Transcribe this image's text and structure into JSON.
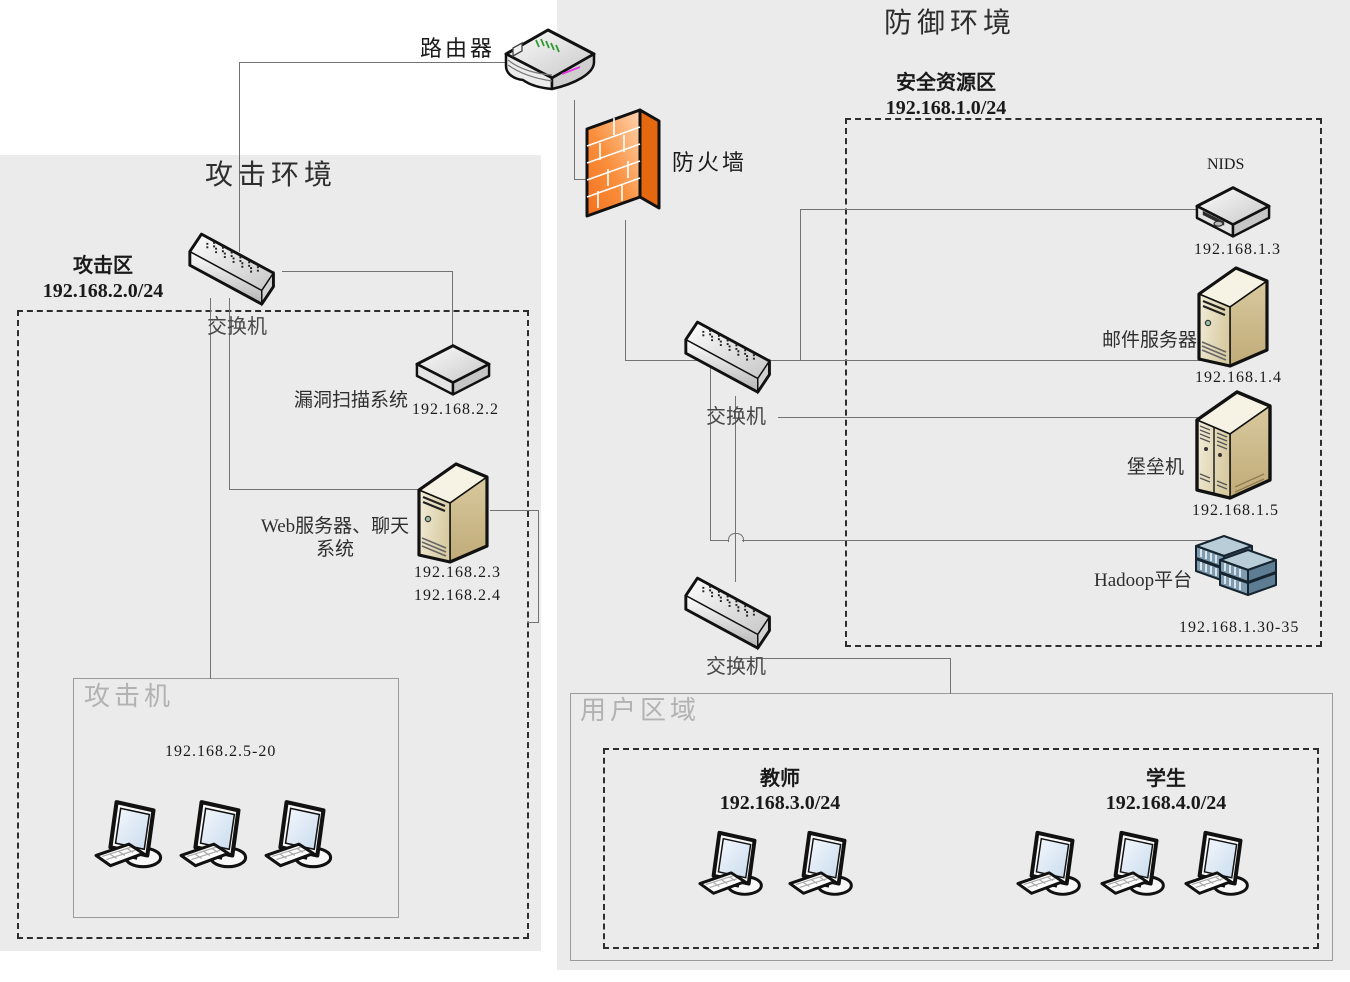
{
  "titles": {
    "attack_env": "攻击环境",
    "defense_env": "防御环境"
  },
  "core": {
    "router": {
      "label": "路由器"
    },
    "firewall": {
      "label": "防火墙"
    }
  },
  "attack": {
    "zone": {
      "name": "攻击区",
      "subnet": "192.168.2.0/24"
    },
    "switch": {
      "label": "交换机"
    },
    "scanner": {
      "label": "漏洞扫描系统",
      "ip": "192.168.2.2"
    },
    "web_server": {
      "label_line1": "Web服务器、聊天",
      "label_line2": "系统",
      "ip1": "192.168.2.3",
      "ip2": "192.168.2.4"
    },
    "attackers": {
      "title": "攻击机",
      "ip_range": "192.168.2.5-20"
    }
  },
  "defense": {
    "security_zone": {
      "name": "安全资源区",
      "subnet": "192.168.1.0/24",
      "nids": {
        "label": "NIDS",
        "ip": "192.168.1.3"
      },
      "mail_server": {
        "label": "邮件服务器",
        "ip": "192.168.1.4"
      },
      "bastion": {
        "label": "堡垒机",
        "ip": "192.168.1.5"
      },
      "hadoop": {
        "label": "Hadoop平台",
        "ip_range": "192.168.1.30-35"
      }
    },
    "switch_core": {
      "label": "交换机"
    },
    "switch_access": {
      "label": "交换机"
    },
    "user_area": {
      "title": "用户区域",
      "teachers": {
        "label": "教师",
        "subnet": "192.168.3.0/24"
      },
      "students": {
        "label": "学生",
        "subnet": "192.168.4.0/24"
      }
    }
  },
  "icons": {
    "router": "router-icon",
    "firewall": "firewall-icon",
    "switch": "switch-icon",
    "scanner": "flat-device-icon",
    "nids": "nids-device-icon",
    "tower_server": "tower-server-icon",
    "bastion": "big-tower-server-icon",
    "hadoop": "rack-cluster-icon",
    "pc": "desktop-pc-icon"
  },
  "colors": {
    "zone_background": "#ebebeb",
    "firewall_orange": "#f4791f",
    "server_tan": "#d9cca4",
    "rack_blue": "#8fa9bd",
    "connector_line": "#737373",
    "dashed_border": "#2e2e2e",
    "muted_title": "#b2b2b2"
  }
}
